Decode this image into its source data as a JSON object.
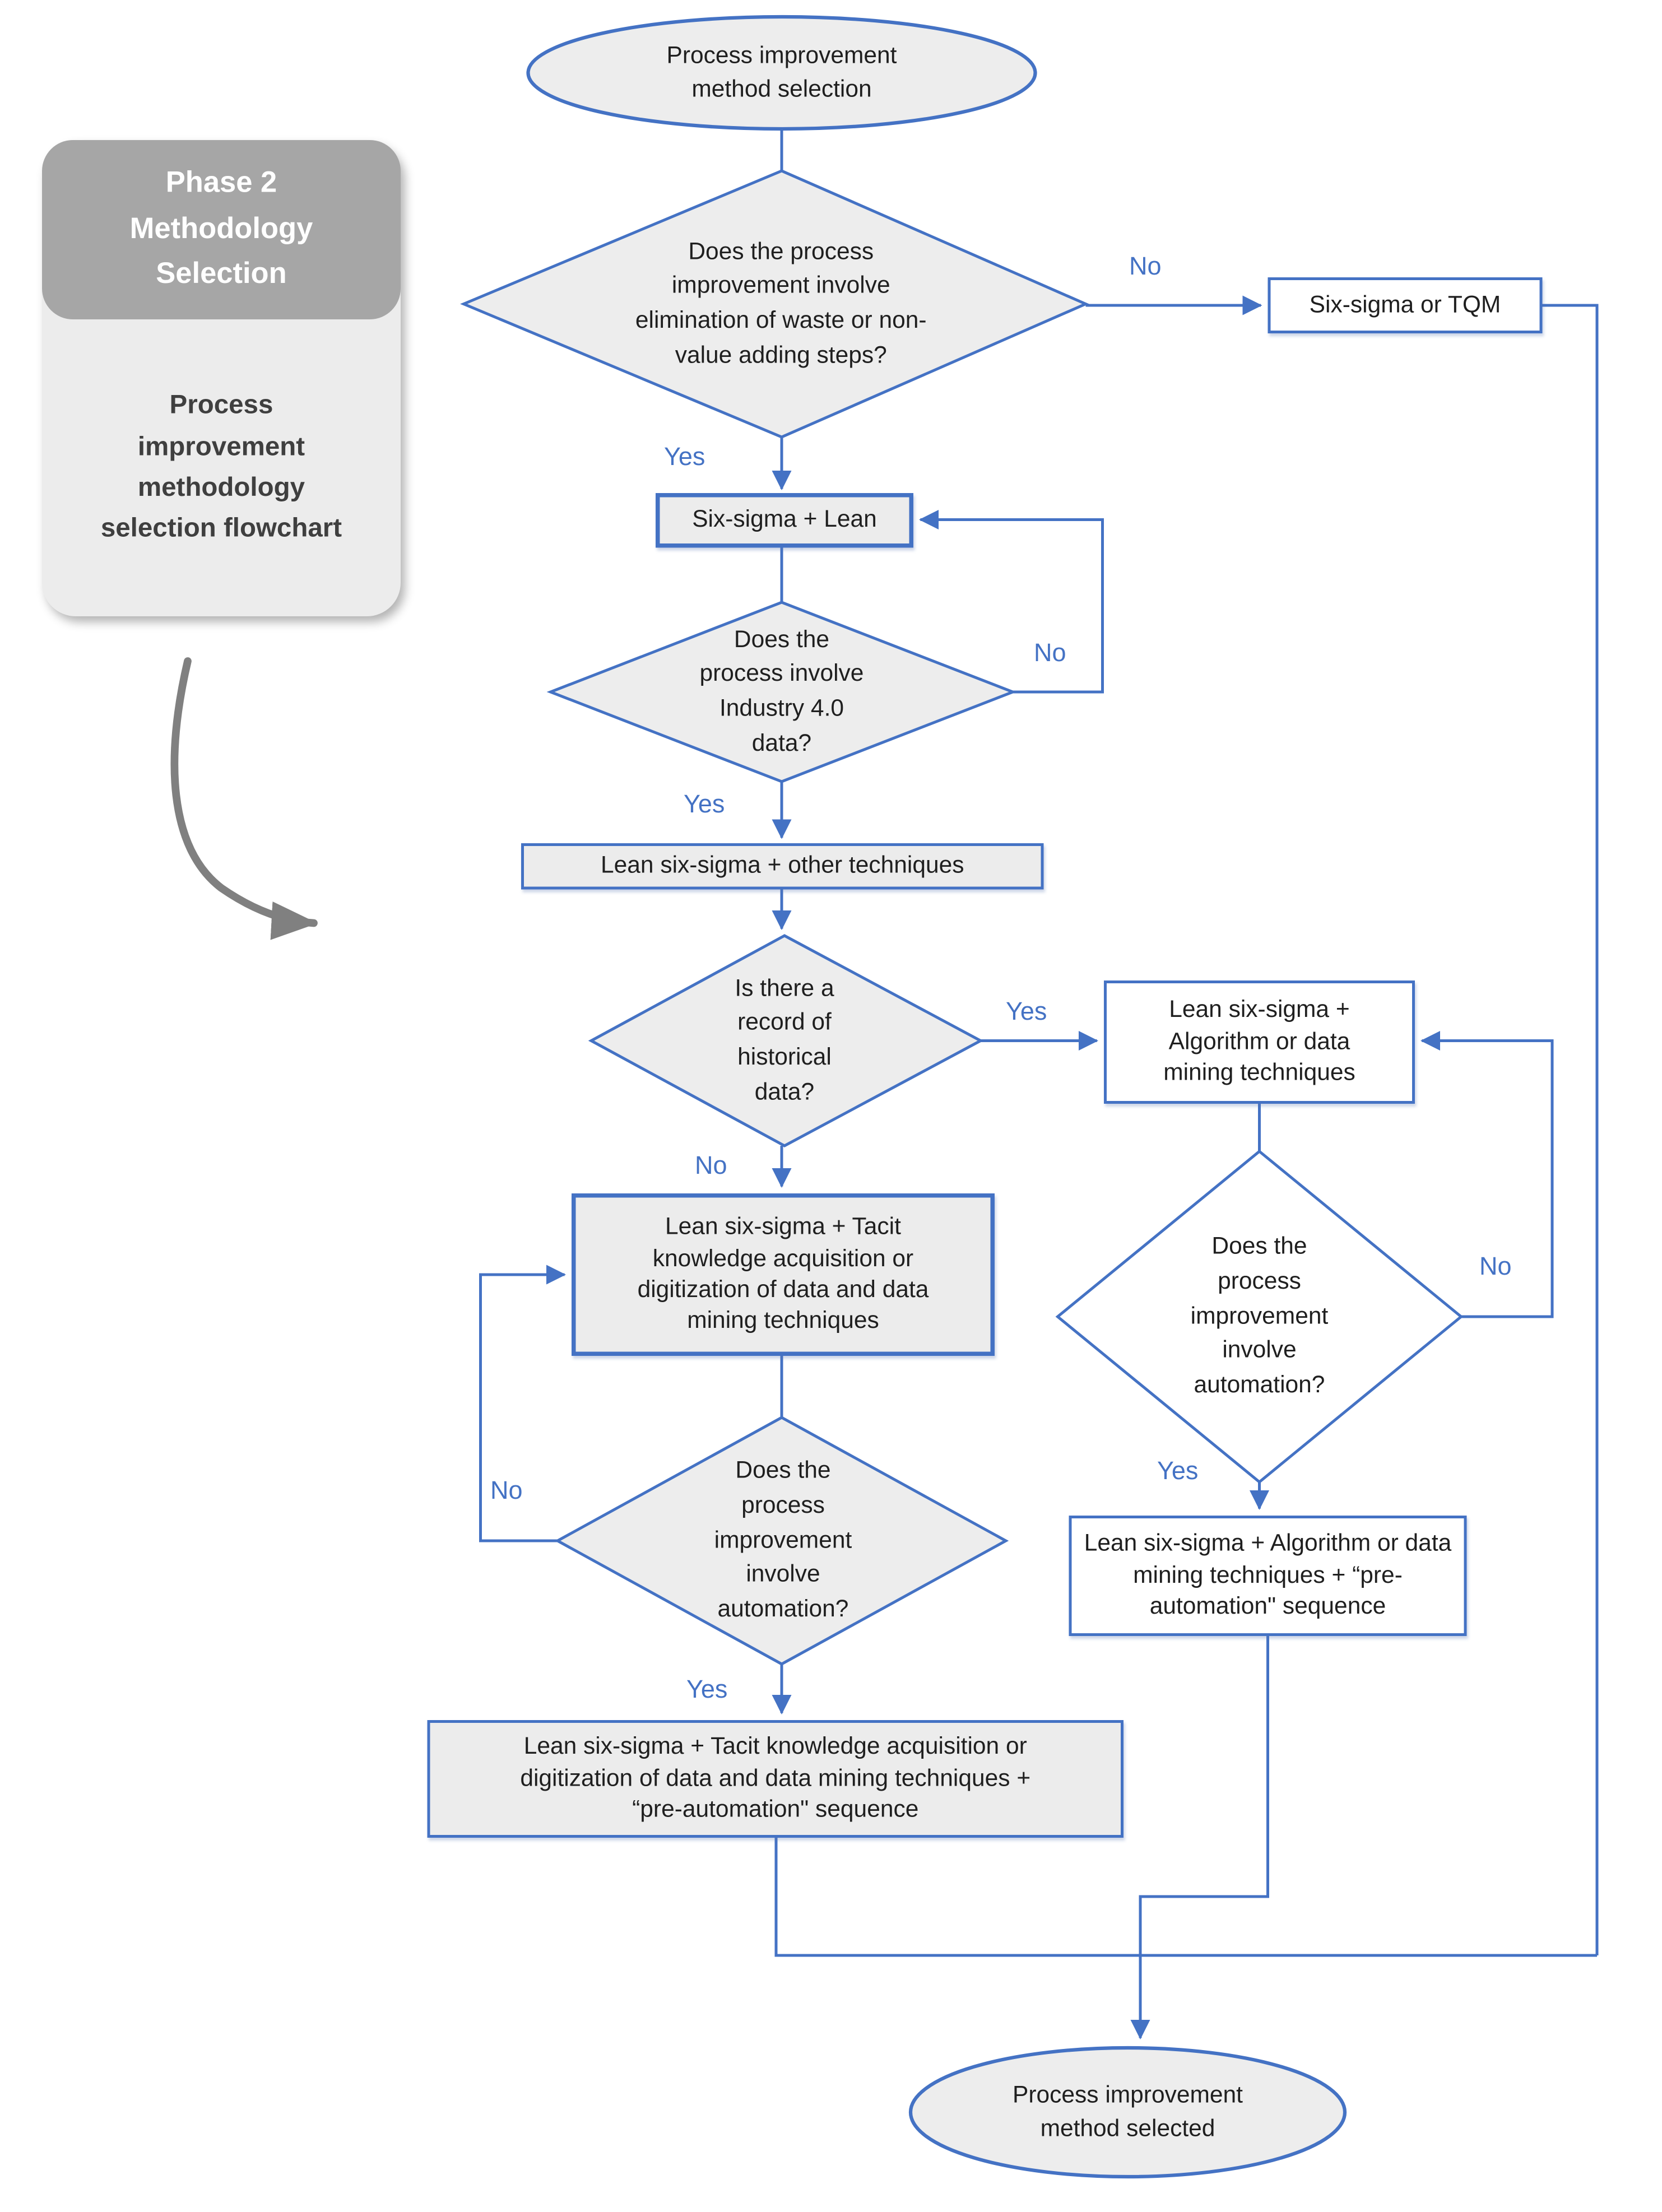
{
  "side_panel": {
    "header": "Phase 2 Methodology Selection",
    "body": "Process improvement methodology selection flowchart"
  },
  "edge_labels": {
    "yes": "Yes",
    "no": "No"
  },
  "nodes": {
    "start": "Process improvement method selection",
    "waste_decision": "Does the process improvement involve elimination of waste or non-value adding steps?",
    "six_sigma_tqm": "Six-sigma or TQM",
    "six_sigma_lean": "Six-sigma + Lean",
    "industry40_decision": "Does the process involve Industry 4.0 data?",
    "lss_other": "Lean six-sigma + other techniques",
    "historical_decision": "Is there a record of historical data?",
    "lss_algorithm": "Lean six-sigma + Algorithm or data mining techniques",
    "automation_decision_right": "Does the process improvement involve automation?",
    "lss_algorithm_preauto": "Lean six-sigma +  Algorithm or data mining techniques + “pre-automation\" sequence",
    "lss_tacit": "Lean six-sigma + Tacit knowledge acquisition or digitization of data and data mining techniques",
    "automation_decision_left": "Does the process improvement involve automation?",
    "lss_tacit_preauto": "Lean six-sigma + Tacit knowledge acquisition or digitization of data and data mining techniques + “pre-automation\" sequence",
    "end": "Process improvement method selected"
  },
  "colors": {
    "connector_blue": "#4472C4",
    "node_fill_gray": "#ECECEC",
    "node_fill_white": "#FFFFFF",
    "panel_header_gray": "#A6A6A6",
    "curved_arrow_gray": "#808080",
    "text_dark": "#1F1F1F"
  }
}
